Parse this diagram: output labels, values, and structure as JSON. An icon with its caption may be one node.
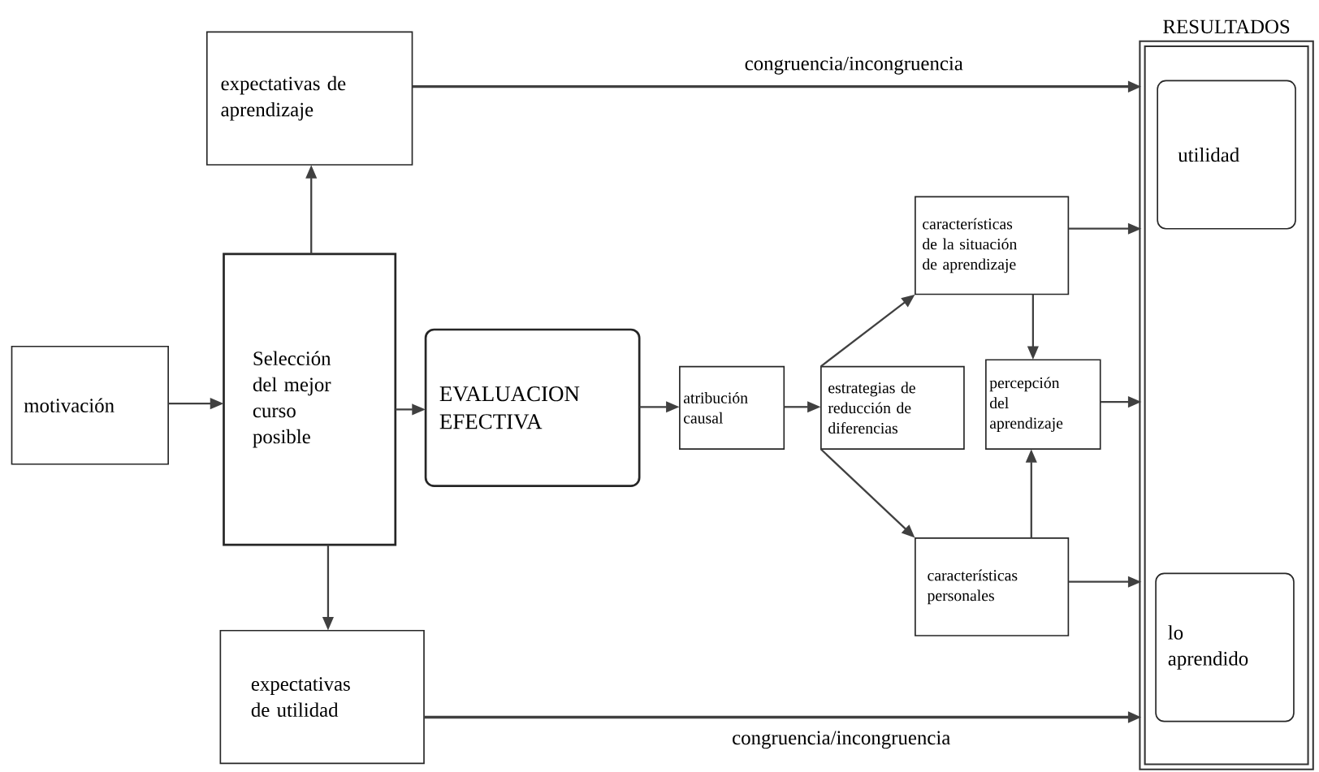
{
  "diagram": {
    "nodes": [
      {
        "text": [
          "expectativas de aprendizaje"
        ]
      },
      {
        "text": [
          "Selección del mejor curso posible"
        ]
      },
      {
        "text": [
          "motivación"
        ]
      },
      {
        "text": [
          "expectativas de utilidad"
        ]
      },
      {
        "text": [
          "EVALUACION EFECTIVA"
        ]
      },
      {
        "text": [
          "atribución causal"
        ]
      },
      {
        "text": [
          "estrategias de reducción de diferencias"
        ]
      },
      {
        "text": [
          "características de la situación de aprendizaje"
        ]
      },
      {
        "text": [
          "percepción del aprendizaje"
        ]
      },
      {
        "text": [
          "características personales"
        ]
      },
      {
        "text": [
          "RESULTADOS"
        ]
      },
      {
        "text": [
          "utilidad"
        ],
        "in": 10
      },
      {
        "text": [
          "lo aprendido"
        ],
        "in": 10
      }
    ],
    "edges": [
      {
        "from": 2,
        "to": 1,
        "arrow": "to"
      },
      {
        "from": 1,
        "to": 0,
        "arrow": "to"
      },
      {
        "from": 1,
        "to": 3,
        "arrow": "to"
      },
      {
        "from": 1,
        "to": 4,
        "arrow": "to"
      },
      {
        "from": 4,
        "to": 5,
        "arrow": "to"
      },
      {
        "from": 5,
        "to": 6,
        "arrow": "to"
      },
      {
        "from": 6,
        "to": 7,
        "arrow": "to"
      },
      {
        "from": 6,
        "to": 9,
        "arrow": "to"
      },
      {
        "from": 7,
        "to": 8,
        "arrow": "to"
      },
      {
        "from": 9,
        "to": 8,
        "arrow": "to"
      },
      {
        "from": 0,
        "to": 10,
        "arrow": "to",
        "label": "congruencia/incongruencia"
      },
      {
        "from": 3,
        "to": 10,
        "arrow": "to",
        "label": "congruencia/incongruencia"
      },
      {
        "from": 7,
        "to": 10,
        "arrow": "to"
      },
      {
        "from": 8,
        "to": 10,
        "arrow": "to"
      },
      {
        "from": 9,
        "to": 10,
        "arrow": "to"
      }
    ]
  }
}
